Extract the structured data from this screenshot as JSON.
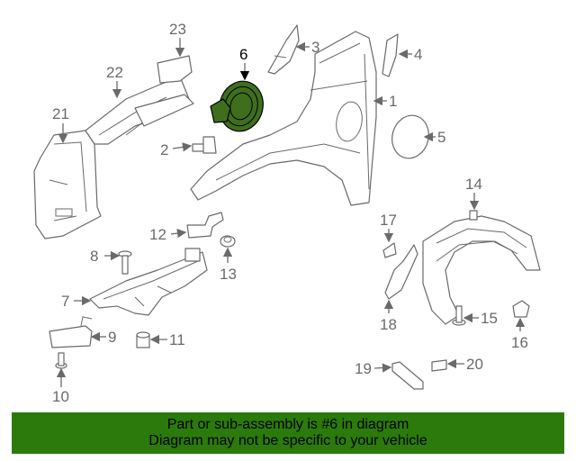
{
  "diagram": {
    "highlight_color": "#3f6e1c",
    "line_color": "#6a6a6a",
    "callouts": {
      "c1": "1",
      "c2": "2",
      "c3": "3",
      "c4": "4",
      "c5": "5",
      "c6": "6",
      "c7": "7",
      "c8": "8",
      "c9": "9",
      "c10": "10",
      "c11": "11",
      "c12": "12",
      "c13": "13",
      "c14": "14",
      "c15": "15",
      "c16": "16",
      "c17": "17",
      "c18": "18",
      "c19": "19",
      "c20": "20",
      "c21": "21",
      "c22": "22",
      "c23": "23"
    }
  },
  "banner": {
    "color": "#2b7a0b",
    "line1": "Part or sub-assembly is #6 in diagram",
    "line2": "Diagram may not be specific to your vehicle"
  }
}
